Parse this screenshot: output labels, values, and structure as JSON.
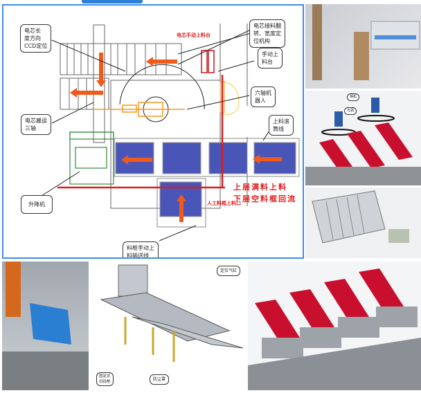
{
  "layout_diagram": {
    "callouts": {
      "ccd": "电芯长\n度方向\nCCD定位",
      "flip": "电芯接料翻\n转、宽度定\n位机构",
      "manual_table": "手动上\n料台",
      "robot": "六轴机\n器人",
      "gantry": "电芯搬运\n三轴",
      "roller_line": "上料滚\n筒线",
      "lift": "升降机",
      "manual_conveyor": "料框手动上\n料输送线"
    },
    "red_labels": {
      "cell_manual_table": "电芯手动上料台",
      "manual_inlet": "人工料框上料口",
      "flow_line1": "上层满料上料",
      "flow_line2": "下层空料框回流"
    }
  },
  "camera_detail": {
    "camera": "相机",
    "light": "光源"
  },
  "conveyor_render": {
    "cylinder": "定位气缸",
    "scanner": "固定式\n扫码枪",
    "dust_cover": "防尘罩"
  },
  "colors": {
    "border": "#3b8ee0",
    "arrow": "#f05a1a",
    "flow": "#e21b1b",
    "tray": "#4a55b8",
    "lift": "#2e8b3a"
  }
}
